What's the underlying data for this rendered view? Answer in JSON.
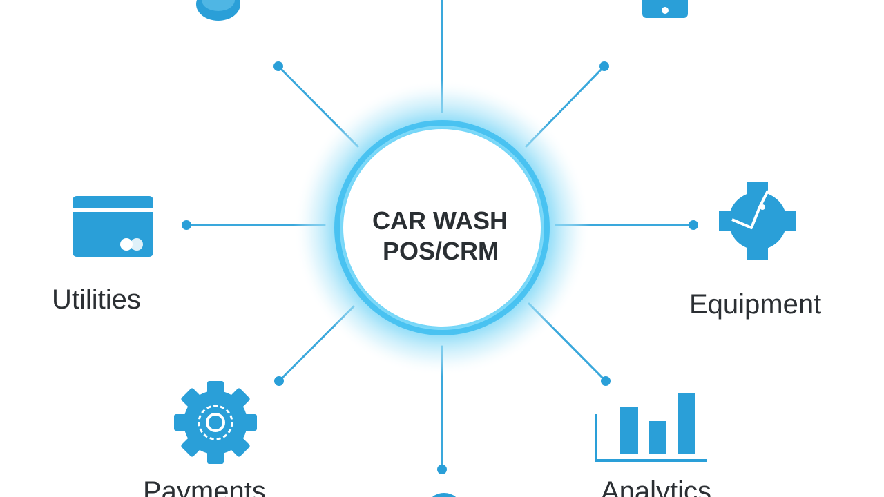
{
  "hub": {
    "line1": "CAR WASH",
    "line2": "POS/CRM"
  },
  "nodes": {
    "utilities": {
      "label": "Utilities",
      "icon": "credit-card-icon"
    },
    "equipment": {
      "label": "Equipment",
      "icon": "gauge-icon"
    },
    "payments": {
      "label": "Payments",
      "icon": "gear-icon"
    },
    "analytics": {
      "label": "Analytics",
      "icon": "bar-chart-icon"
    },
    "top_left": {
      "icon": "coin-icon"
    },
    "top_right": {
      "icon": "mobile-phone-icon"
    },
    "bottom": {
      "icon": "coin-icon"
    }
  },
  "colors": {
    "accent": "#2a9fd8",
    "connector": "#3aa8dc",
    "glow": "#4cc6f5",
    "text": "#2b2f33"
  }
}
